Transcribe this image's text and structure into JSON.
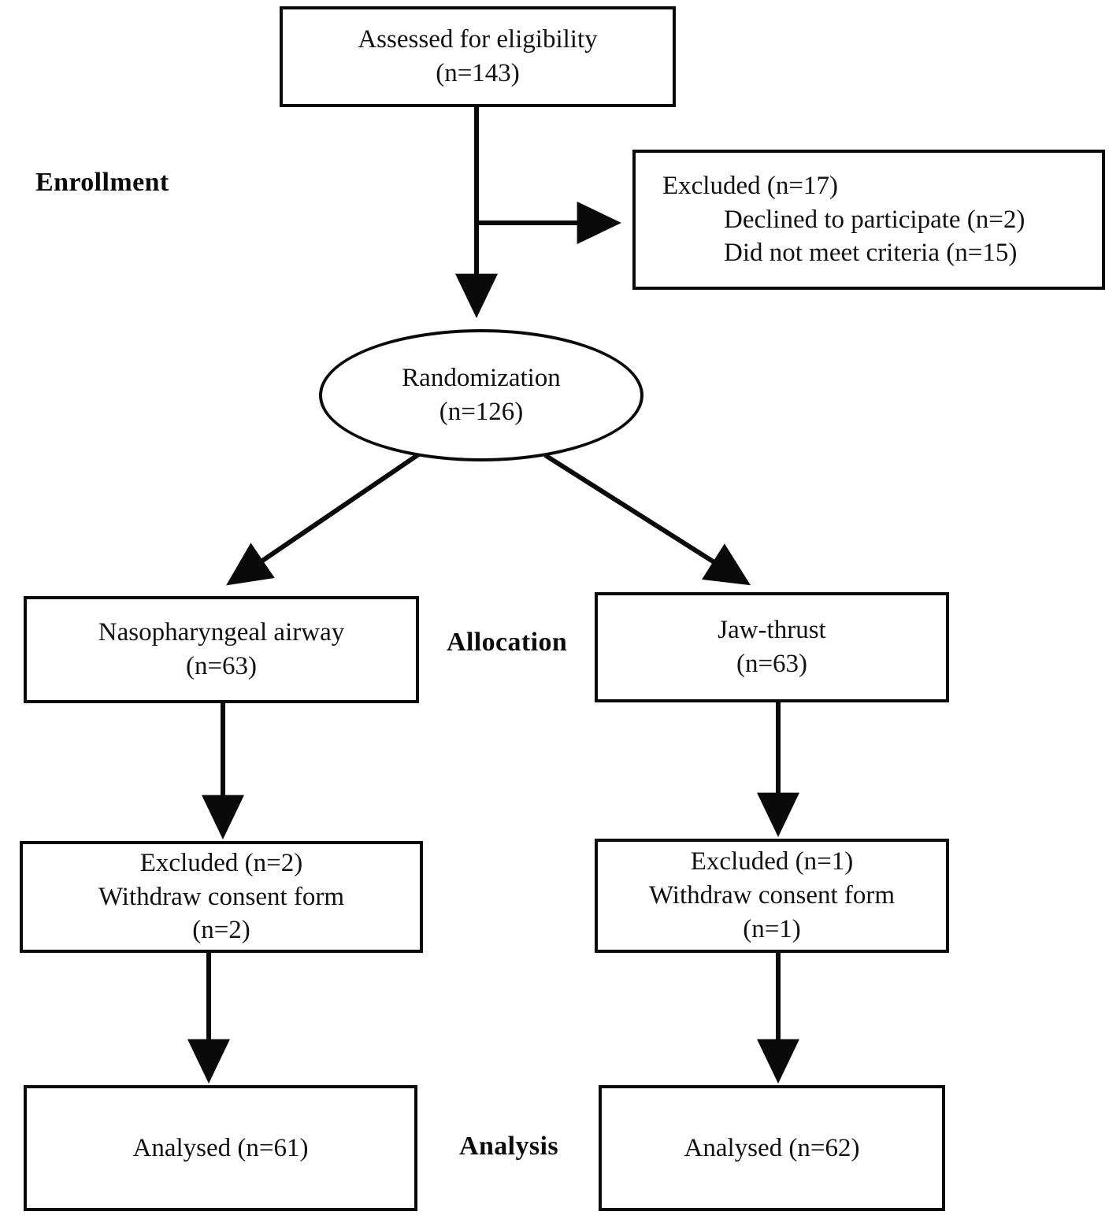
{
  "diagram": {
    "type": "consort-flow-diagram",
    "colors": {
      "stroke": "#0a0a0a",
      "text": "#111111",
      "background": "#ffffff"
    },
    "stage_labels": [
      {
        "id": "enrollment",
        "label": "Enrollment"
      },
      {
        "id": "allocation",
        "label": "Allocation"
      },
      {
        "id": "analysis",
        "label": "Analysis"
      }
    ],
    "nodes": {
      "eligibility": {
        "shape": "rectangle",
        "lines": [
          "Assessed for eligibility",
          "(n=143)"
        ],
        "n": 143
      },
      "excluded_top": {
        "shape": "rectangle",
        "lines": [
          "Excluded (n=17)",
          "Declined to participate (n=2)",
          "Did not meet criteria (n=15)"
        ],
        "n": 17,
        "reasons": [
          {
            "reason": "Declined to participate",
            "n": 2
          },
          {
            "reason": "Did not meet criteria",
            "n": 15
          }
        ]
      },
      "randomization": {
        "shape": "ellipse",
        "lines": [
          "Randomization",
          "(n=126)"
        ],
        "n": 126
      },
      "allocation_left": {
        "shape": "rectangle",
        "lines": [
          "Nasopharyngeal airway",
          "(n=63)"
        ],
        "arm": "Nasopharyngeal airway",
        "n": 63
      },
      "allocation_right": {
        "shape": "rectangle",
        "lines": [
          "Jaw-thrust",
          "(n=63)"
        ],
        "arm": "Jaw-thrust",
        "n": 63
      },
      "excluded_left": {
        "shape": "rectangle",
        "lines": [
          "Excluded (n=2)",
          "Withdraw consent form",
          "(n=2)"
        ],
        "n": 2
      },
      "excluded_right": {
        "shape": "rectangle",
        "lines": [
          "Excluded (n=1)",
          "Withdraw consent form",
          "(n=1)"
        ],
        "n": 1
      },
      "analysed_left": {
        "shape": "rectangle",
        "lines": [
          "Analysed (n=61)"
        ],
        "n": 61
      },
      "analysed_right": {
        "shape": "rectangle",
        "lines": [
          "Analysed (n=62)"
        ],
        "n": 62
      }
    }
  }
}
